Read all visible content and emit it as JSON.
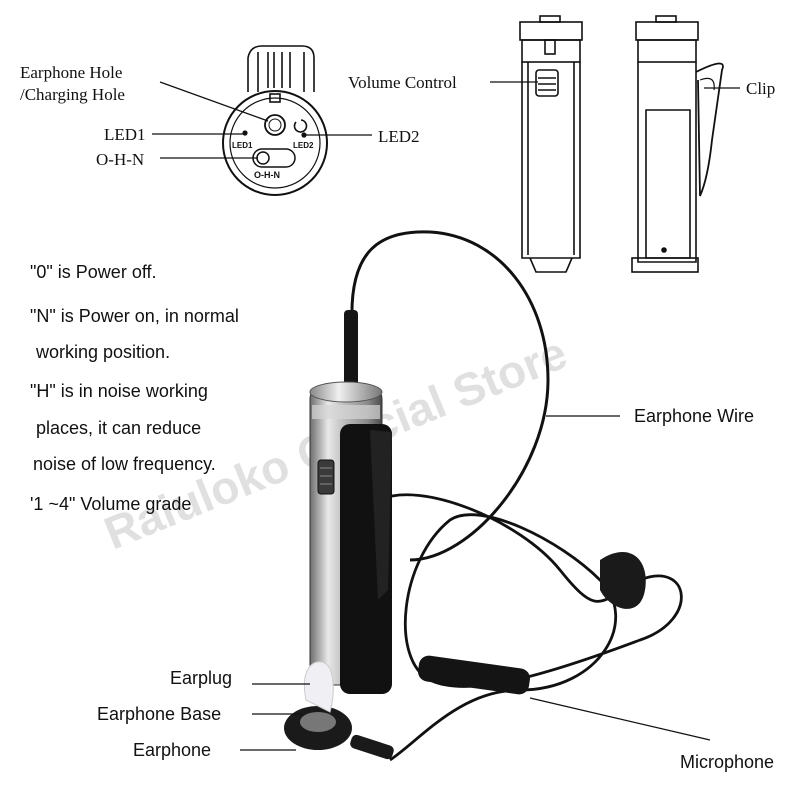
{
  "top_labels": {
    "earphone_hole_l1": "Earphone Hole",
    "earphone_hole_l2": "/Charging Hole",
    "led1": "LED1",
    "led2": "LED2",
    "ohn": "O-H-N",
    "volume_control": "Volume Control",
    "clip": "Clip"
  },
  "device_top_marks": {
    "led1": "LED1",
    "led2": "LED2",
    "ohn": "O-H-N"
  },
  "notes": [
    "\"0\" is Power off.",
    "\"N\" is Power on, in normal",
    "working position.",
    "\"H\" is in noise working",
    "places,  it can reduce",
    "noise of low frequency.",
    "'1 ~4\" Volume grade"
  ],
  "part_labels": {
    "earphone_wire": "Earphone Wire",
    "earplug": "Earplug",
    "earphone_base": "Earphone Base",
    "earphone": "Earphone",
    "microphone": "Microphone"
  },
  "watermark": "Raiuloko Official Store"
}
